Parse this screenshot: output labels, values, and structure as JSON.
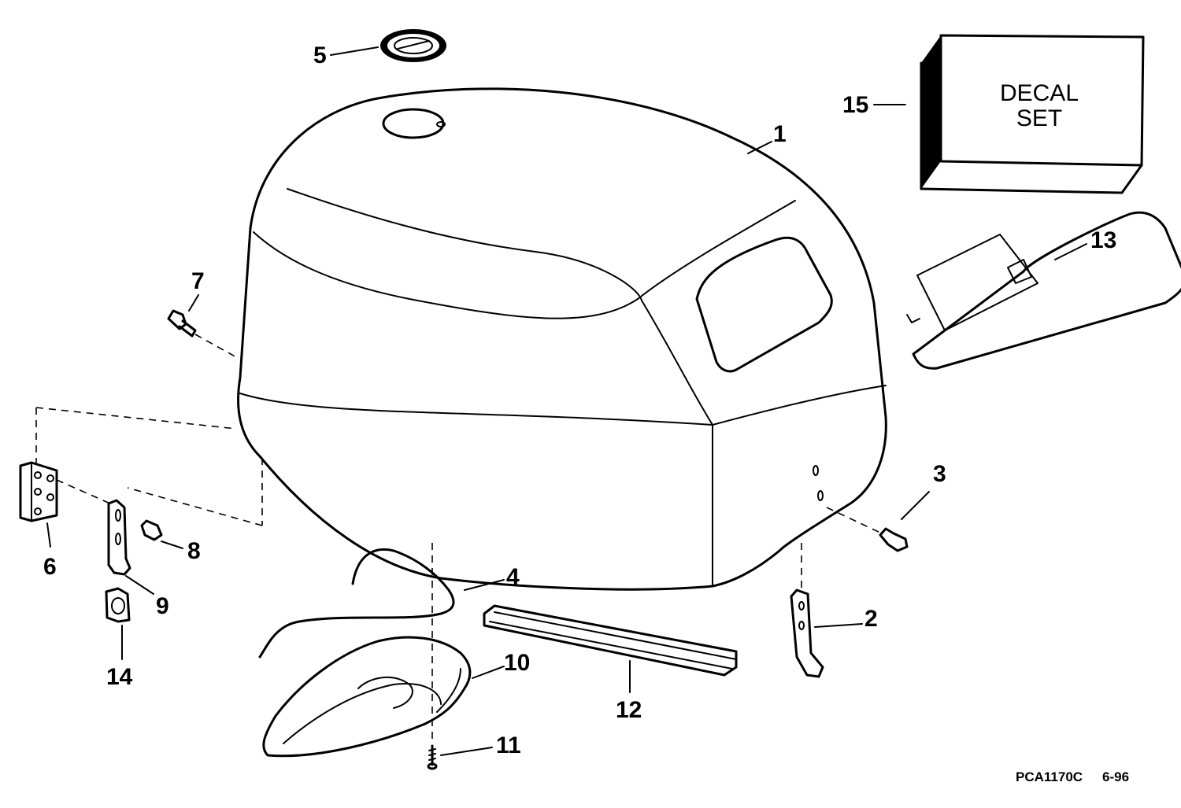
{
  "callouts": {
    "c1": "1",
    "c2": "2",
    "c3": "3",
    "c4": "4",
    "c5": "5",
    "c6": "6",
    "c7": "7",
    "c8": "8",
    "c9": "9",
    "c10": "10",
    "c11": "11",
    "c12": "12",
    "c13": "13",
    "c14": "14",
    "c15": "15"
  },
  "decal_box": {
    "line1": "DECAL",
    "line2": "SET"
  },
  "footer": {
    "part_code": "PCA1170C",
    "date": "6-96"
  }
}
